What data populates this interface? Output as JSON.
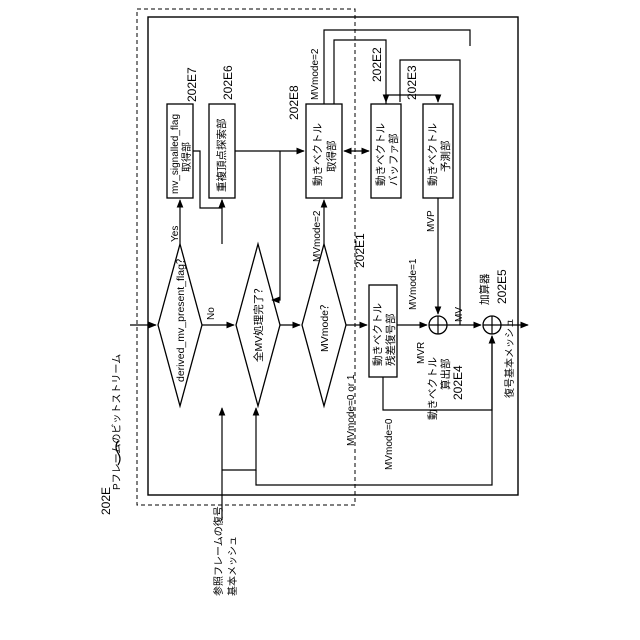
{
  "figure_ref": "202E",
  "input_label": "Pフレームのビットストリーム",
  "reference_mesh_label_line1": "参照フレームの復号",
  "reference_mesh_label_line2": "基本メッシュ",
  "output_label": "復号基本メッシュ",
  "decisions": {
    "derived_flag": "derived_mv_present_flag？",
    "all_mv_done": "全MV処理完了？",
    "mv_mode": "MVmode？"
  },
  "blocks": {
    "flag_getter": {
      "ref": "202E7",
      "line1": "mv_signalled_flag",
      "line2": "取得部"
    },
    "duplicate_search": {
      "ref": "202E6",
      "line1": "重複頂点探索部"
    },
    "mv_getter": {
      "ref": "202E8",
      "line1": "動きベクトル",
      "line2": "取得部"
    },
    "mv_buffer": {
      "ref": "202E2",
      "line1": "動きベクトル",
      "line2": "バッファ部"
    },
    "mv_predictor": {
      "ref": "202E3",
      "line1": "動きベクトル",
      "line2": "予測部"
    },
    "residual_decoder": {
      "ref": "202E1",
      "line1": "動きベクトル",
      "line2": "残差復号部"
    },
    "mv_calc": {
      "ref": "202E4",
      "line1": "動きベクトル",
      "line2": "算出部"
    },
    "adder": {
      "ref": "202E5",
      "line1": "加算器"
    }
  },
  "branch_labels": {
    "yes": "Yes",
    "no": "No",
    "mvmode2_top": "MVmode=2",
    "mvmode2_side": "MVmode=2",
    "mvmode1": "MVmode=1",
    "mvmode0_or_1": "MVmode=0 or 1",
    "mvmode0": "MVmode=0",
    "mvp": "MVP",
    "mvr": "MVR",
    "mv": "MV"
  }
}
